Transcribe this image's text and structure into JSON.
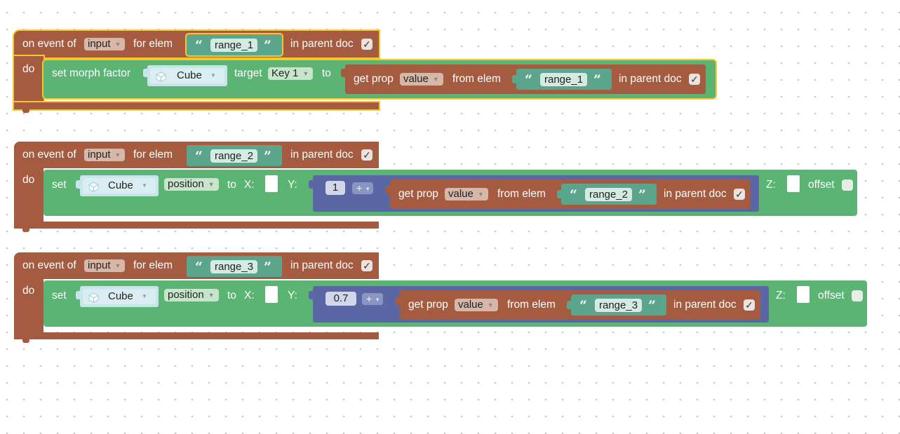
{
  "blocks": [
    {
      "label_on_event": "on event of",
      "event": "input",
      "label_for_elem": "for elem",
      "element": "range_1",
      "label_in_parent_doc": "in parent doc",
      "in_parent_doc_checked": true,
      "label_do": "do",
      "statement": {
        "label_set_morph": "set morph factor",
        "object": "Cube",
        "label_target": "target",
        "target": "Key 1",
        "label_to": "to",
        "value": {
          "label_get_prop": "get prop",
          "prop": "value",
          "label_from_elem": "from elem",
          "element": "range_1",
          "label_in_parent_doc": "in parent doc",
          "checked": true
        }
      }
    },
    {
      "label_on_event": "on event of",
      "event": "input",
      "label_for_elem": "for elem",
      "element": "range_2",
      "label_in_parent_doc": "in parent doc",
      "in_parent_doc_checked": true,
      "label_do": "do",
      "statement": {
        "label_set": "set",
        "object": "Cube",
        "property": "position",
        "label_to": "to",
        "label_x": "X:",
        "label_y": "Y:",
        "math_number": "1",
        "math_operator": "+",
        "value": {
          "label_get_prop": "get prop",
          "prop": "value",
          "label_from_elem": "from elem",
          "element": "range_2",
          "label_in_parent_doc": "in parent doc",
          "checked": true
        },
        "label_z": "Z:",
        "label_offset": "offset",
        "offset_checked": false
      }
    },
    {
      "label_on_event": "on event of",
      "event": "input",
      "label_for_elem": "for elem",
      "element": "range_3",
      "label_in_parent_doc": "in parent doc",
      "in_parent_doc_checked": true,
      "label_do": "do",
      "statement": {
        "label_set": "set",
        "object": "Cube",
        "property": "position",
        "label_to": "to",
        "label_x": "X:",
        "label_y": "Y:",
        "math_number": "0.7",
        "math_operator": "+",
        "value": {
          "label_get_prop": "get prop",
          "prop": "value",
          "label_from_elem": "from elem",
          "element": "range_3",
          "label_in_parent_doc": "in parent doc",
          "checked": true
        },
        "label_z": "Z:",
        "label_offset": "offset",
        "offset_checked": false
      }
    }
  ],
  "glyphs": {
    "open_quote": "“",
    "close_quote": "”",
    "check": "✓",
    "dropdown_arrow": "▼"
  },
  "colors": {
    "event_block": "#a55b3f",
    "action_block": "#5bb374",
    "text_block": "#5ba58c",
    "math_block": "#5b67a5",
    "selection_outline": "#f8c52b"
  }
}
